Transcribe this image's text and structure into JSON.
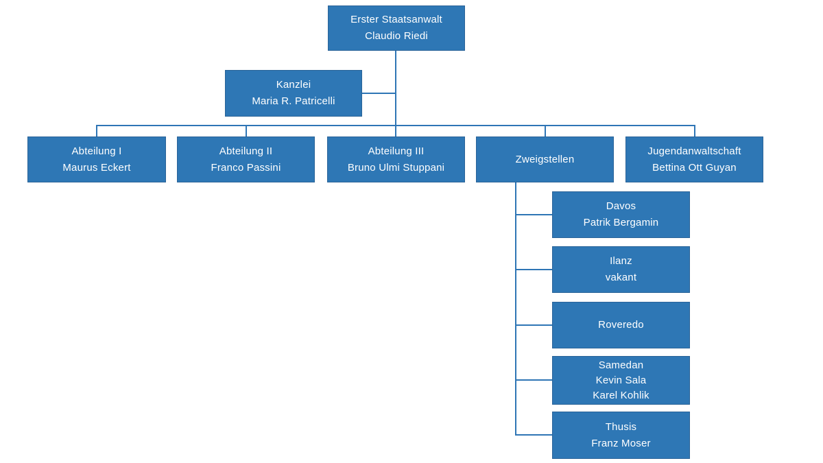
{
  "colors": {
    "box_fill": "#2e77b5",
    "box_border": "#2a6398",
    "connector": "#2e75b5",
    "text": "#ffffff",
    "background": "#ffffff"
  },
  "org": {
    "root": {
      "lines": [
        "Erster Staatsanwalt",
        "Claudio Riedi"
      ]
    },
    "kanzlei": {
      "lines": [
        "Kanzlei",
        "Maria R. Patricelli"
      ]
    },
    "departments": [
      {
        "id": "abteilung-1",
        "lines": [
          "Abteilung I",
          "Maurus Eckert"
        ]
      },
      {
        "id": "abteilung-2",
        "lines": [
          "Abteilung II",
          "Franco Passini"
        ]
      },
      {
        "id": "abteilung-3",
        "lines": [
          "Abteilung III",
          "Bruno Ulmi Stuppani"
        ]
      },
      {
        "id": "zweigstellen",
        "lines": [
          "Zweigstellen"
        ]
      },
      {
        "id": "jugendanwaltschaft",
        "lines": [
          "Jugendanwaltschaft",
          "Bettina Ott Guyan"
        ]
      }
    ],
    "zweigstellen_branches": [
      {
        "id": "davos",
        "lines": [
          "Davos",
          "Patrik Bergamin"
        ]
      },
      {
        "id": "ilanz",
        "lines": [
          "Ilanz",
          "vakant"
        ]
      },
      {
        "id": "roveredo",
        "lines": [
          "Roveredo"
        ]
      },
      {
        "id": "samedan",
        "lines": [
          "Samedan",
          "Kevin Sala",
          "Karel Kohlik"
        ]
      },
      {
        "id": "thusis",
        "lines": [
          "Thusis",
          "Franz Moser"
        ]
      }
    ]
  }
}
